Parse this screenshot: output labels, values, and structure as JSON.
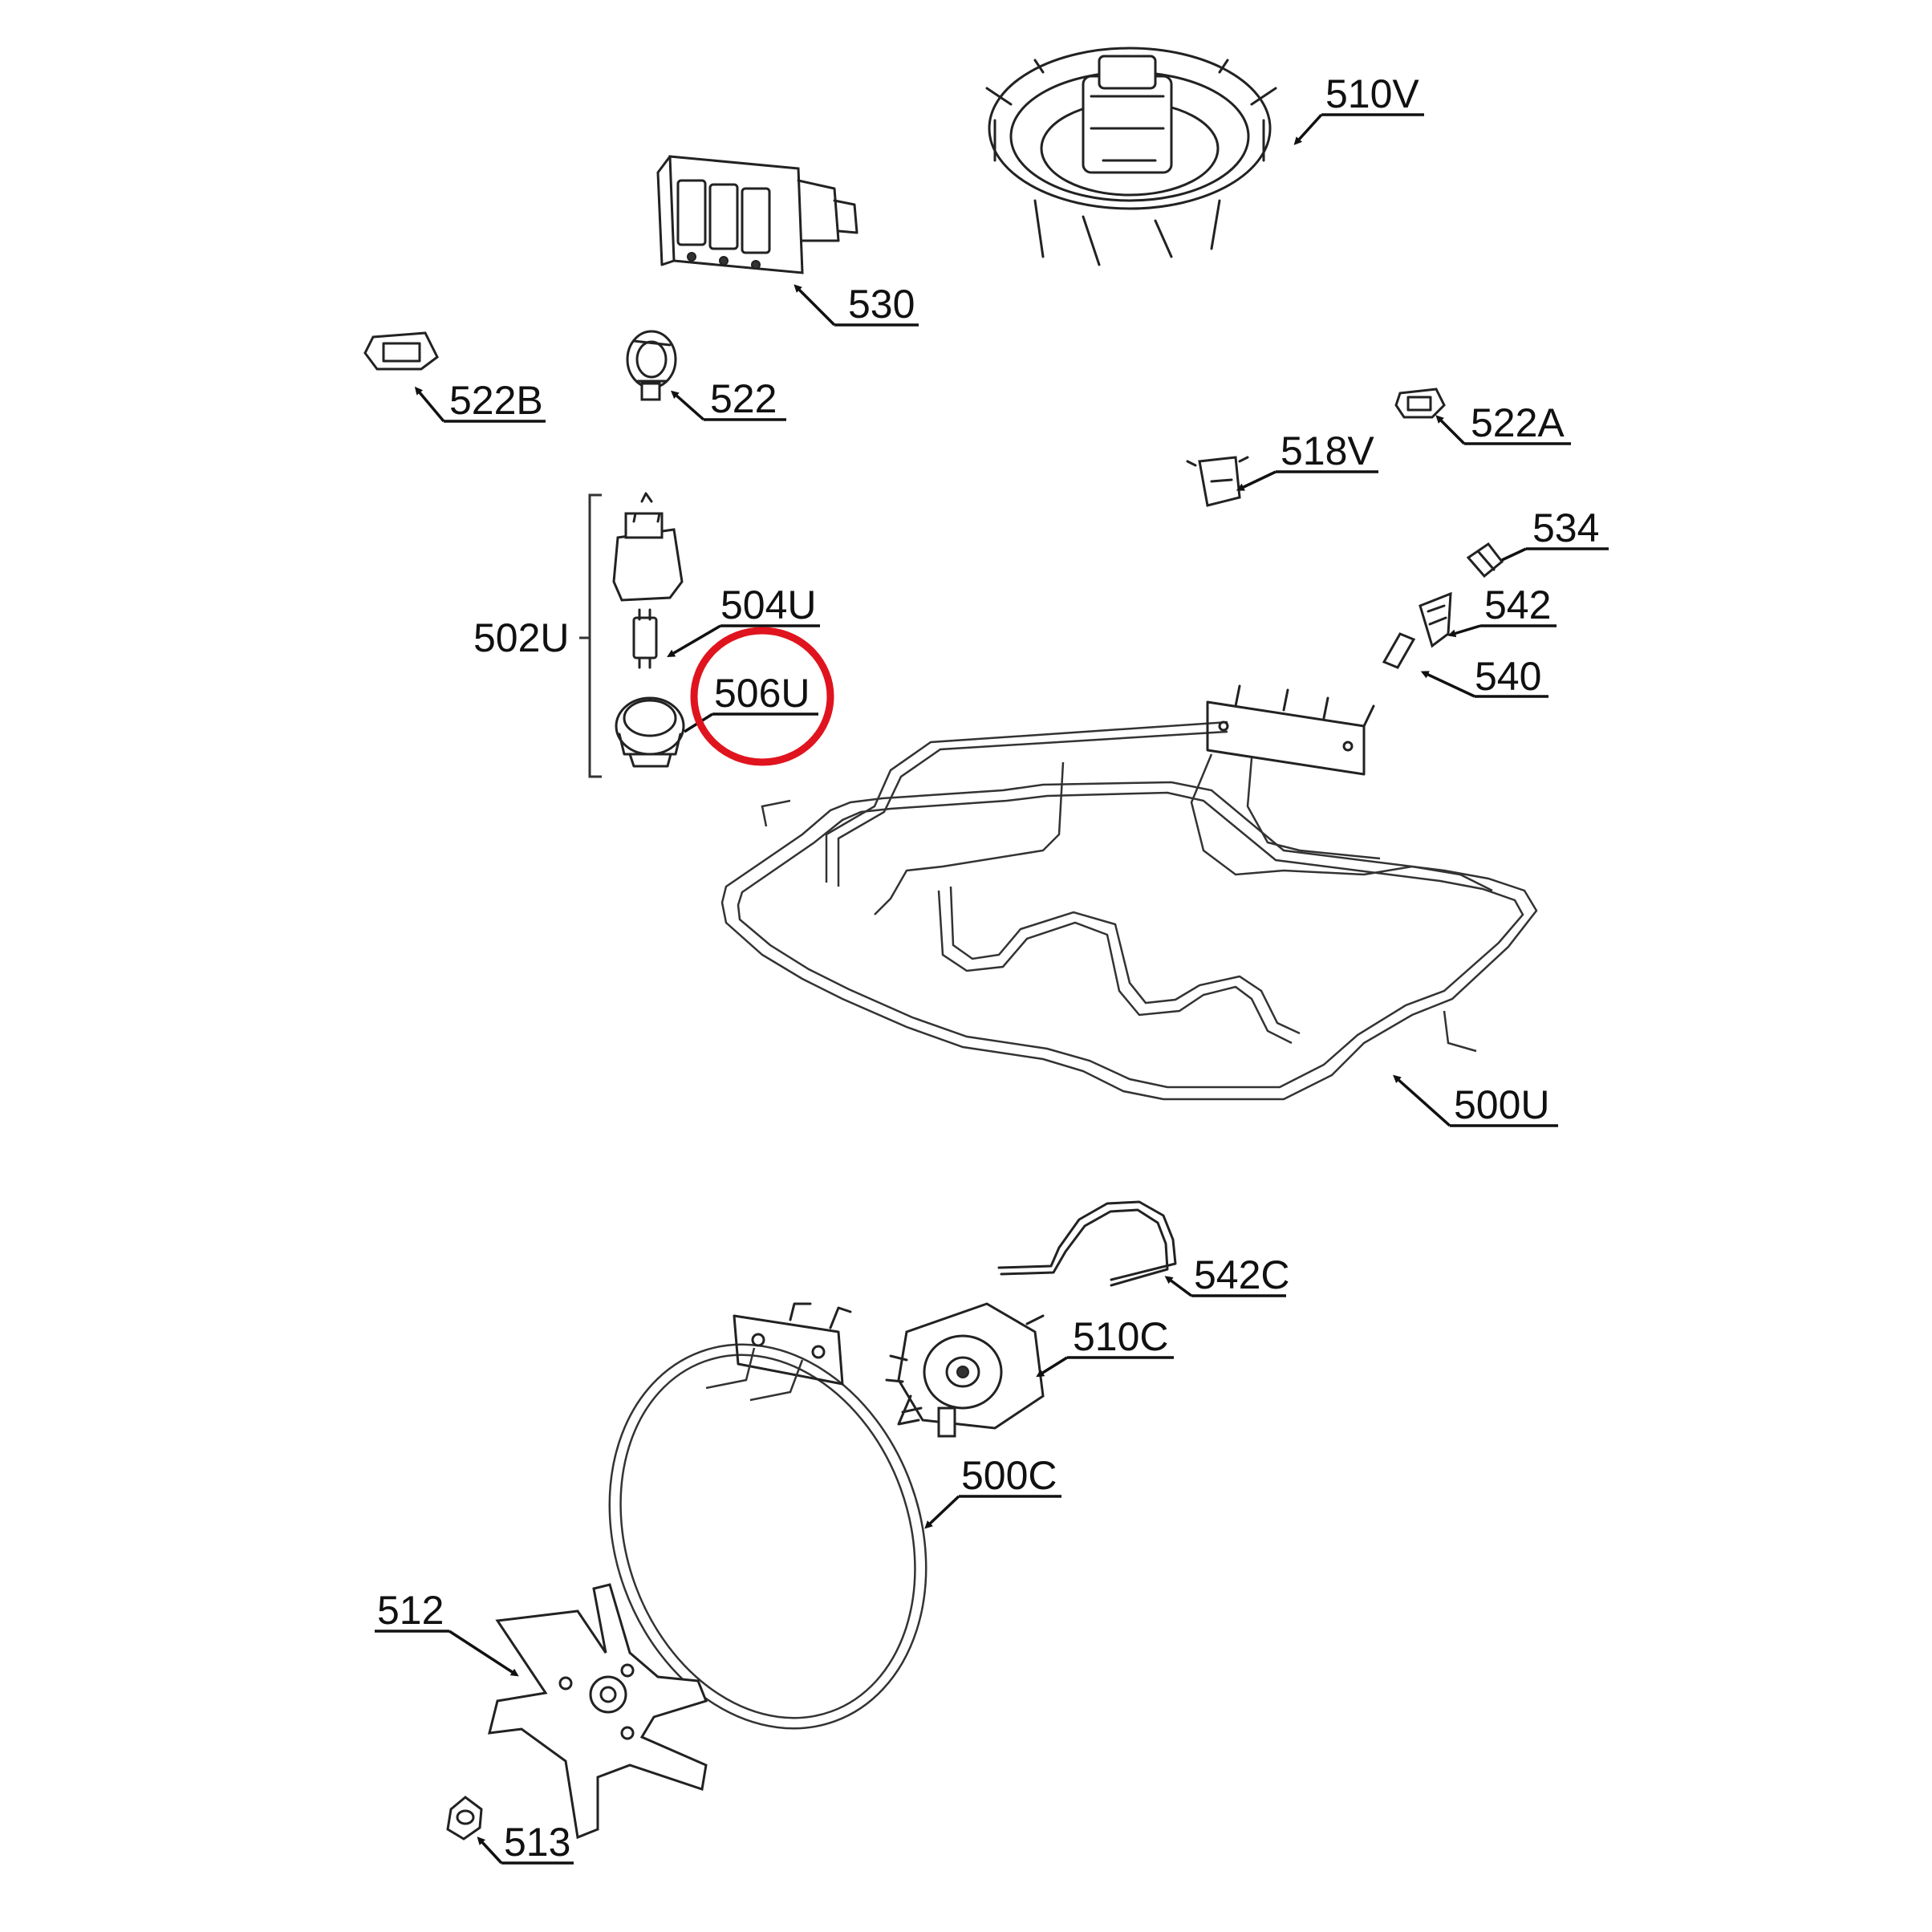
{
  "diagram": {
    "labels": {
      "l510V": "510V",
      "l530": "530",
      "l522B": "522B",
      "l522": "522",
      "l522A": "522A",
      "l518V": "518V",
      "l534": "534",
      "l502U": "502U",
      "l504U": "504U",
      "l506U": "506U",
      "l542": "542",
      "l540": "540",
      "l500U": "500U",
      "l542C": "542C",
      "l510C": "510C",
      "l500C": "500C",
      "l512": "512",
      "l513": "513"
    },
    "colors": {
      "line": "#222222",
      "highlight": "#e0141e",
      "background": "#ffffff"
    },
    "highlighted_label": "506U"
  }
}
